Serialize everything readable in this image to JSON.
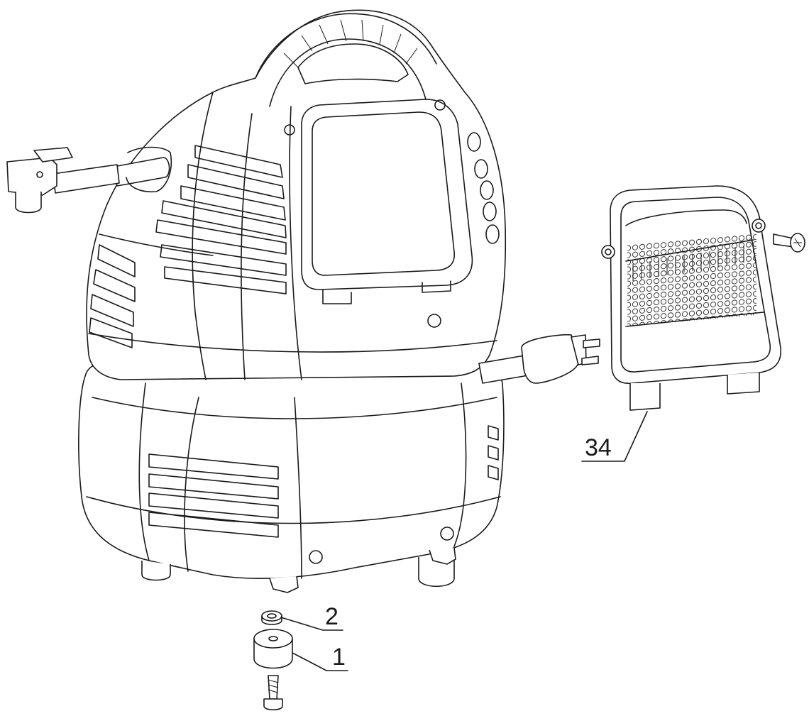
{
  "callouts": [
    {
      "id": "label-34",
      "text": "34"
    },
    {
      "id": "label-2",
      "text": "2"
    },
    {
      "id": "label-1",
      "text": "1"
    }
  ]
}
